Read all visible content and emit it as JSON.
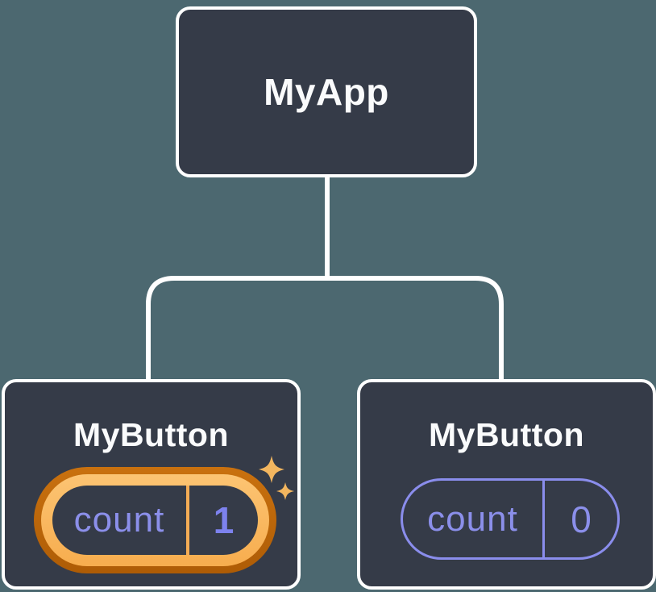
{
  "diagram": {
    "root": {
      "title": "MyApp"
    },
    "children": [
      {
        "title": "MyButton",
        "state": {
          "label": "count",
          "value": "1"
        },
        "highlighted": true
      },
      {
        "title": "MyButton",
        "state": {
          "label": "count",
          "value": "0"
        },
        "highlighted": false
      }
    ]
  },
  "icons": {
    "sparkles": "sparkles-icon"
  },
  "colors": {
    "background": "#4C6870",
    "node_fill": "#353B48",
    "node_border": "#FFFFFF",
    "connector": "#FFFFFF",
    "title_text": "#FAFBFC",
    "state_text": "#8B8FEA",
    "state_value_text": "#7D82EE",
    "highlight_outer_top": "#C9710F",
    "highlight_outer_bottom": "#AE5C05",
    "highlight_inner_top": "#FCC473",
    "highlight_inner_bottom": "#F7AD4E",
    "highlight_divider": "#F3AC55",
    "pill_border": "#8A8DEC",
    "sparkle": "#F3B65F"
  }
}
